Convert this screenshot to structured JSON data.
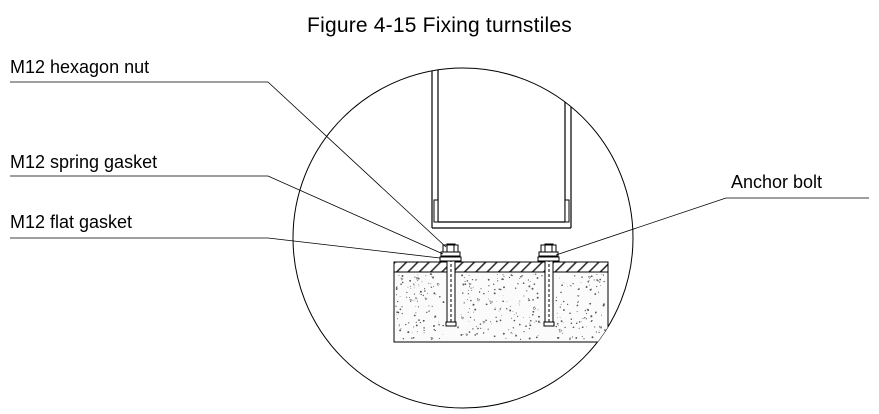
{
  "figure": {
    "caption": "Figure 4-15 Fixing turnstiles"
  },
  "callouts": {
    "hexagon_nut": "M12 hexagon nut",
    "spring_gasket": "M12 spring gasket",
    "flat_gasket": "M12 flat gasket",
    "anchor_bolt": "Anchor bolt"
  },
  "colors": {
    "line": "#000000",
    "hatch": "#333333",
    "concrete_dots": "#555555",
    "background": "#ffffff"
  }
}
